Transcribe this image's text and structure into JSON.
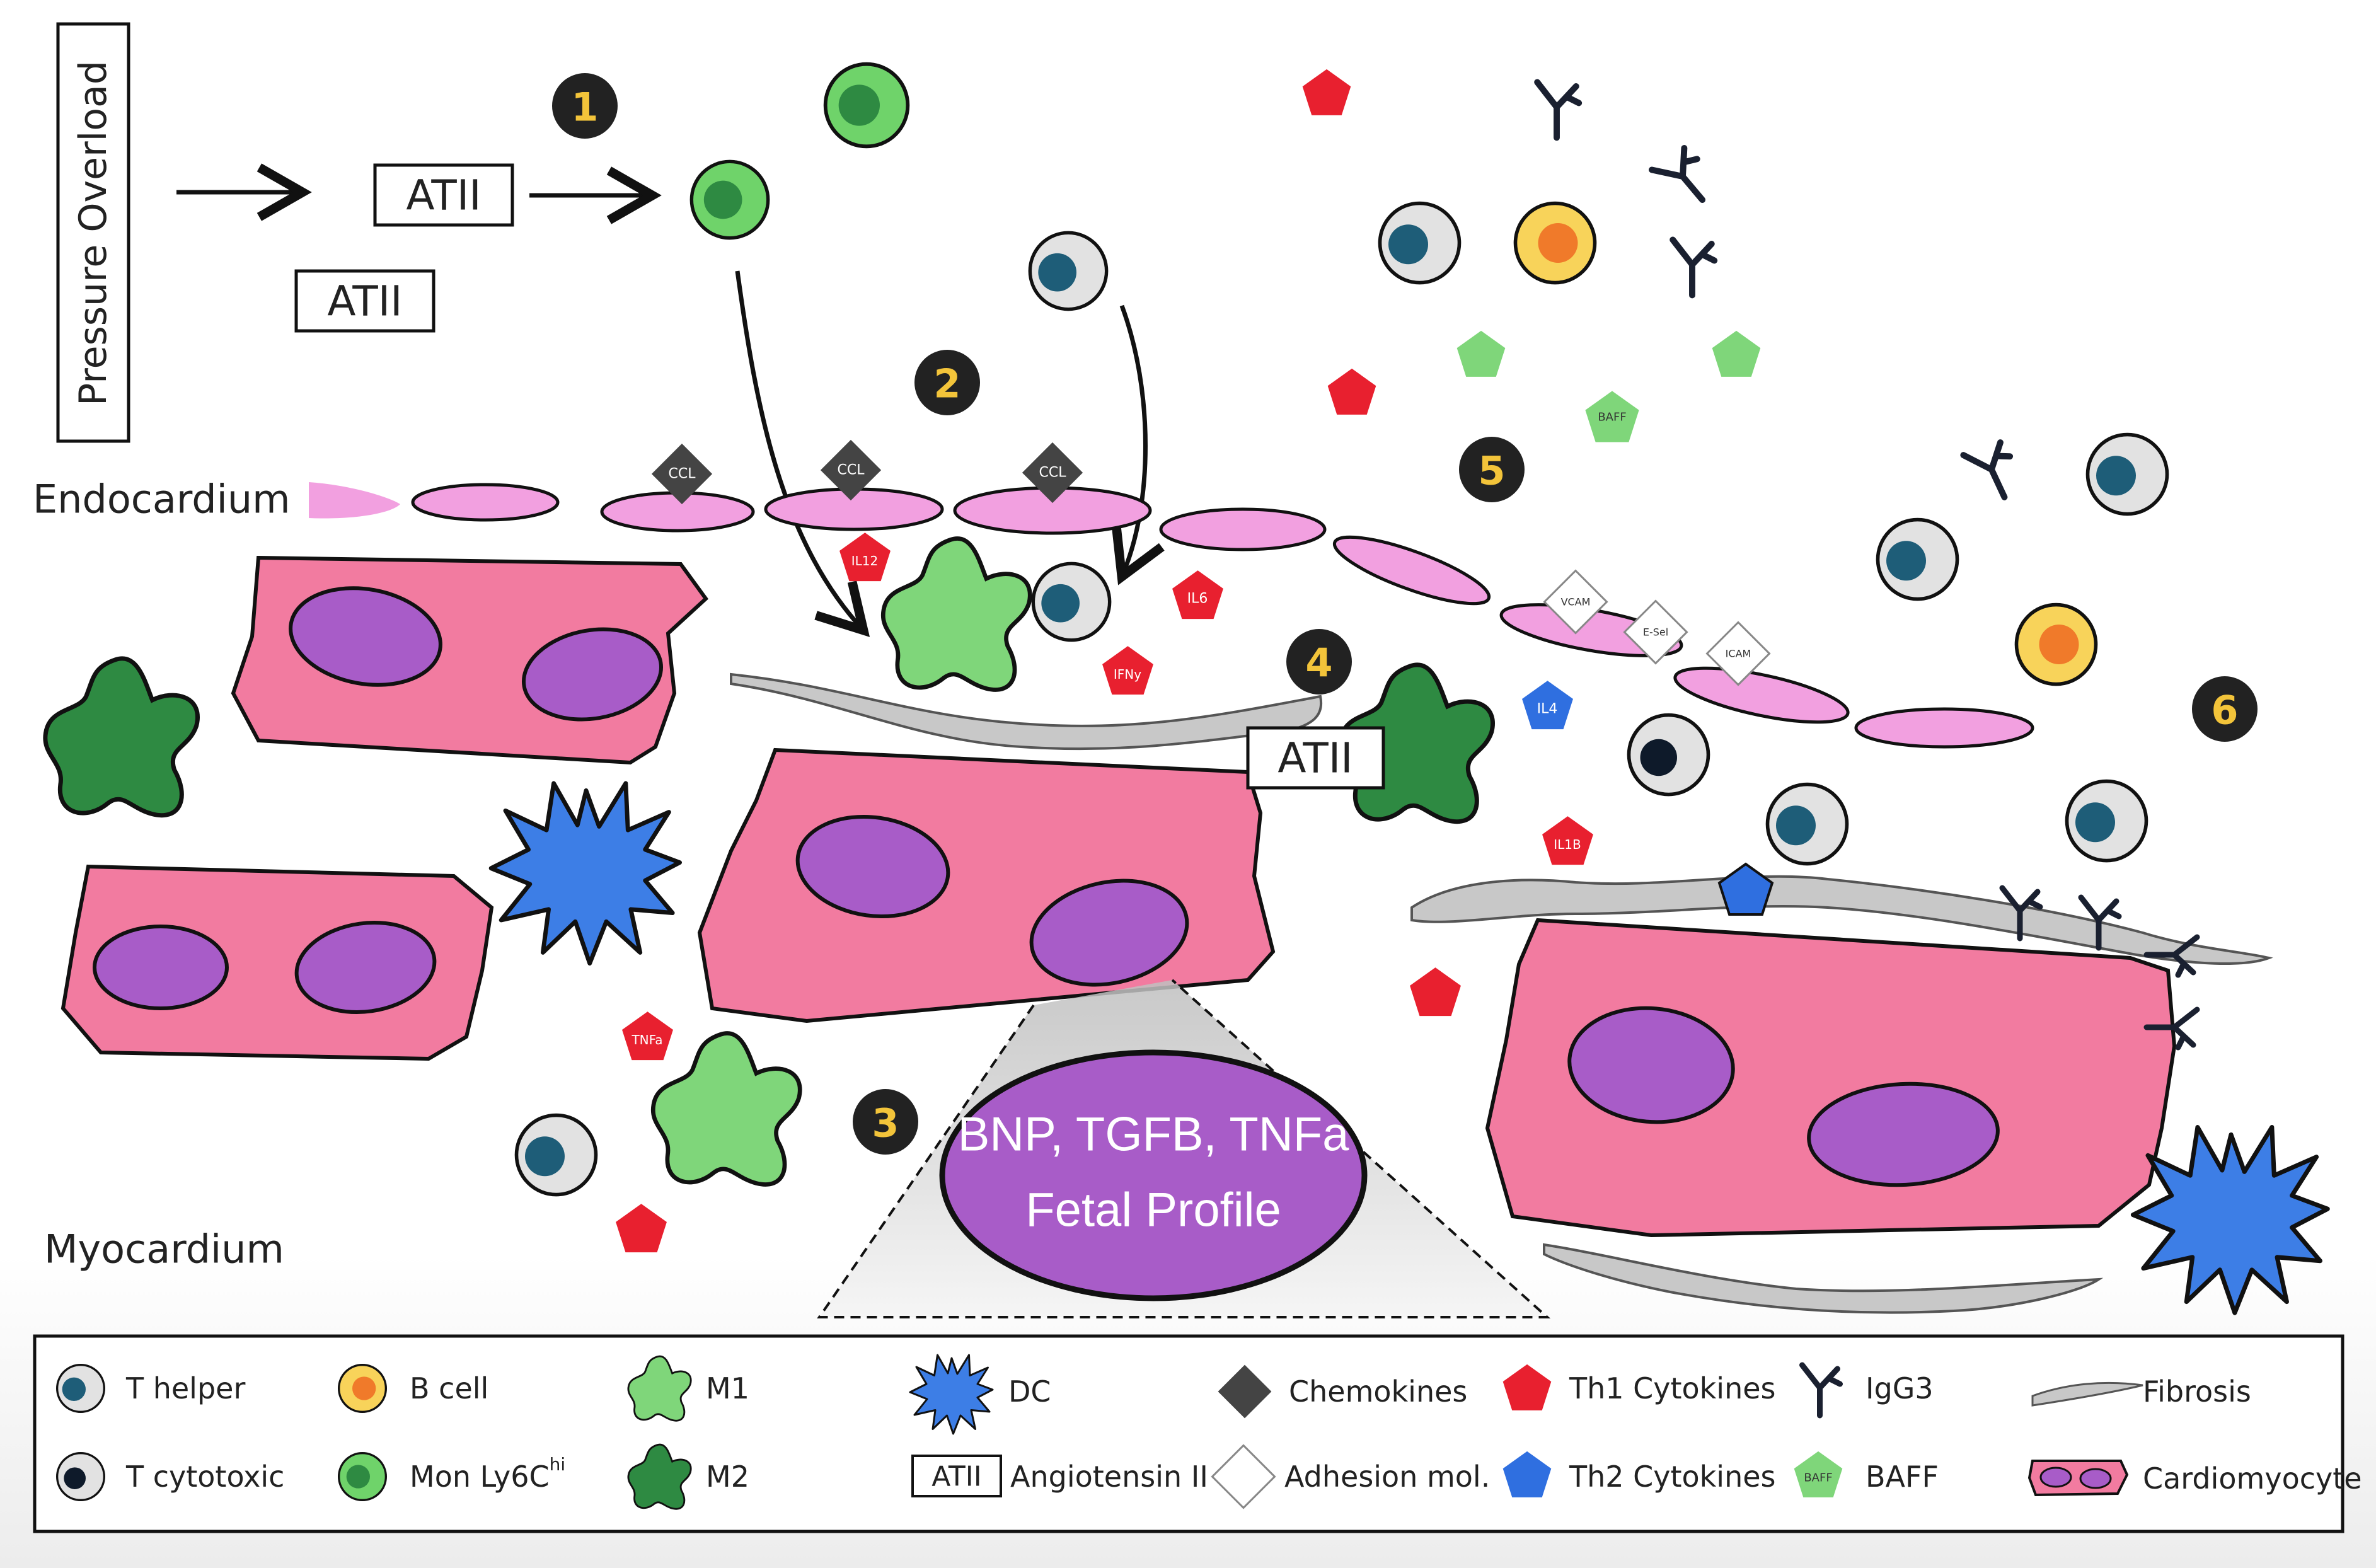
{
  "labels": {
    "pressure_overload": "Pressure Overload",
    "endocardium": "Endocardium",
    "myocardium": "Myocardium",
    "atii": "ATII",
    "nucleus_line1": "BNP, TGFB, TNFa",
    "nucleus_line2": "Fetal Profile"
  },
  "steps": [
    "1",
    "2",
    "3",
    "4",
    "5",
    "6"
  ],
  "cytokines": {
    "ccl": "CCL",
    "il12": "IL12",
    "il6": "IL6",
    "ifny": "IFNy",
    "il4": "IL4",
    "il1b": "IL1B",
    "tnfa": "TNFa",
    "baff": "BAFF",
    "vcam": "VCAM",
    "esel": "E-Sel",
    "icam": "ICAM"
  },
  "legend": {
    "t_helper": "T helper",
    "t_cytotoxic": "T cytotoxic",
    "b_cell": "B cell",
    "mon_ly6c": "Mon Ly6C",
    "mon_ly6c_sup": "hi",
    "m1": "M1",
    "m2": "M2",
    "dc": "DC",
    "atii_box": "ATII",
    "angiotensin": "Angiotensin II",
    "chemokines": "Chemokines",
    "adhesion": "Adhesion mol.",
    "th1": "Th1 Cytokines",
    "th2": "Th2 Cytokines",
    "baff_icon": "BAFF",
    "baff": "BAFF",
    "igg3": "IgG3",
    "fibrosis": "Fibrosis",
    "cardiomyocyte": "Cardiomyocyte"
  },
  "colors": {
    "cardiomyocyte": "#f27ba0",
    "nucleus": "#a85cc8",
    "endothelium": "#f2a0e0",
    "m1": "#7fd67a",
    "m2": "#2e8a42",
    "dc": "#3d7ee6",
    "th1": "#e8202f",
    "th2": "#2f6fe0",
    "baff": "#7fd67a",
    "fibrosis": "#c8c8c8",
    "t_helper_nucleus": "#1e5d78",
    "t_cytotoxic_nucleus": "#0e1a2a",
    "b_cell_body": "#f8d35a",
    "b_cell_nucleus": "#f07a2a",
    "monocyte": "#6fd36a",
    "monocyte_nucleus": "#2e8a42",
    "step_marker": "#222222",
    "step_text": "#f3c43a"
  }
}
